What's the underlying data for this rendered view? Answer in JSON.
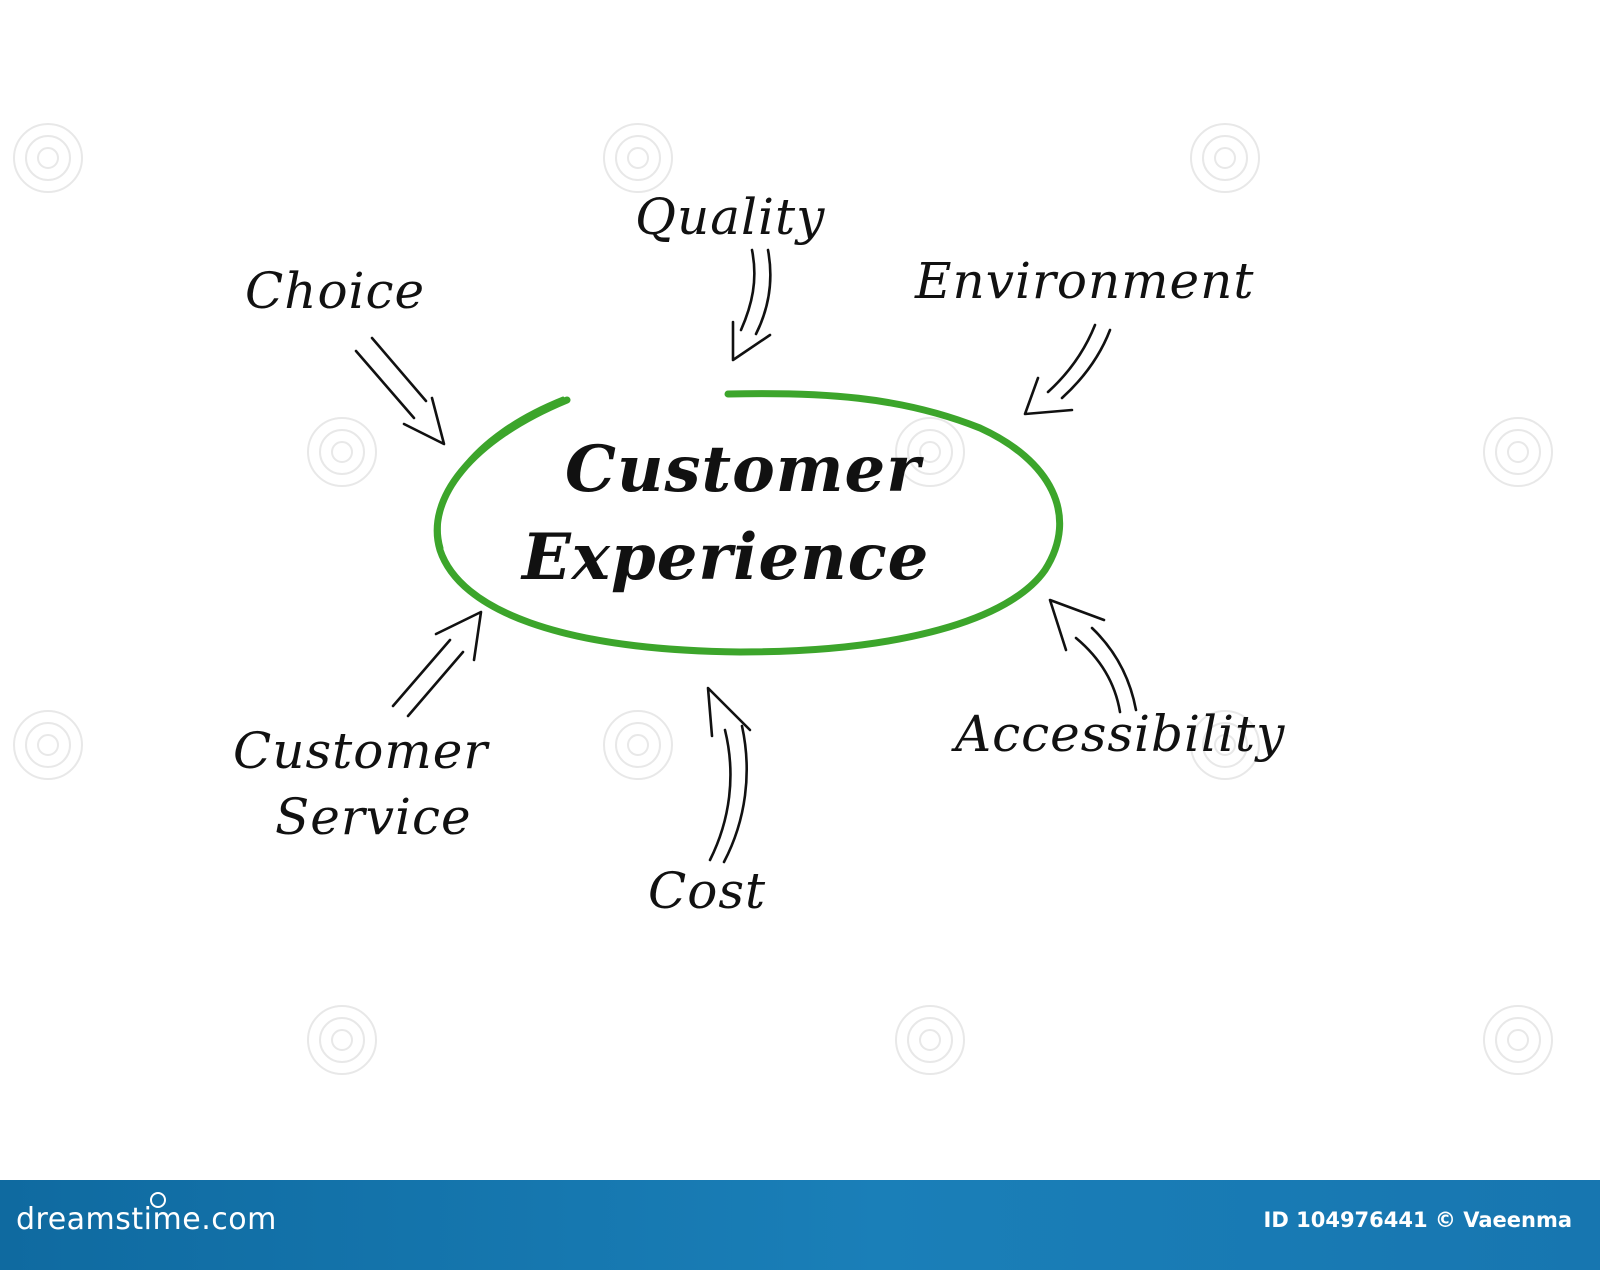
{
  "diagram": {
    "center": {
      "line1": "Customer",
      "line2": "Experience",
      "ellipse_color": "#3ca52b"
    },
    "factors": {
      "choice": "Choice",
      "quality": "Quality",
      "environment": "Environment",
      "customer_service_line1": "Customer",
      "customer_service_line2": "Service",
      "cost": "Cost",
      "accessibility": "Accessibility"
    },
    "arrow_color": "#111111"
  },
  "footer": {
    "brand": "dreamstime.com",
    "image_id": "ID 104976441 © Vaeenma",
    "background_color": "#1776b0"
  },
  "watermark": {
    "icon": "spiral-watermark-icon"
  }
}
